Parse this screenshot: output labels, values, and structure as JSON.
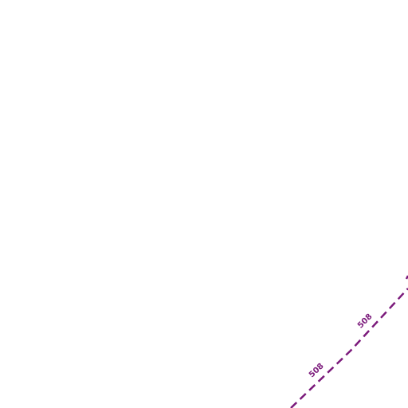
{
  "map": {
    "background_color": "#ffffff",
    "boundary": {
      "color": "#7b1a7b",
      "style": "dashed"
    },
    "labels": [
      {
        "text": "508"
      },
      {
        "text": "508"
      }
    ]
  }
}
